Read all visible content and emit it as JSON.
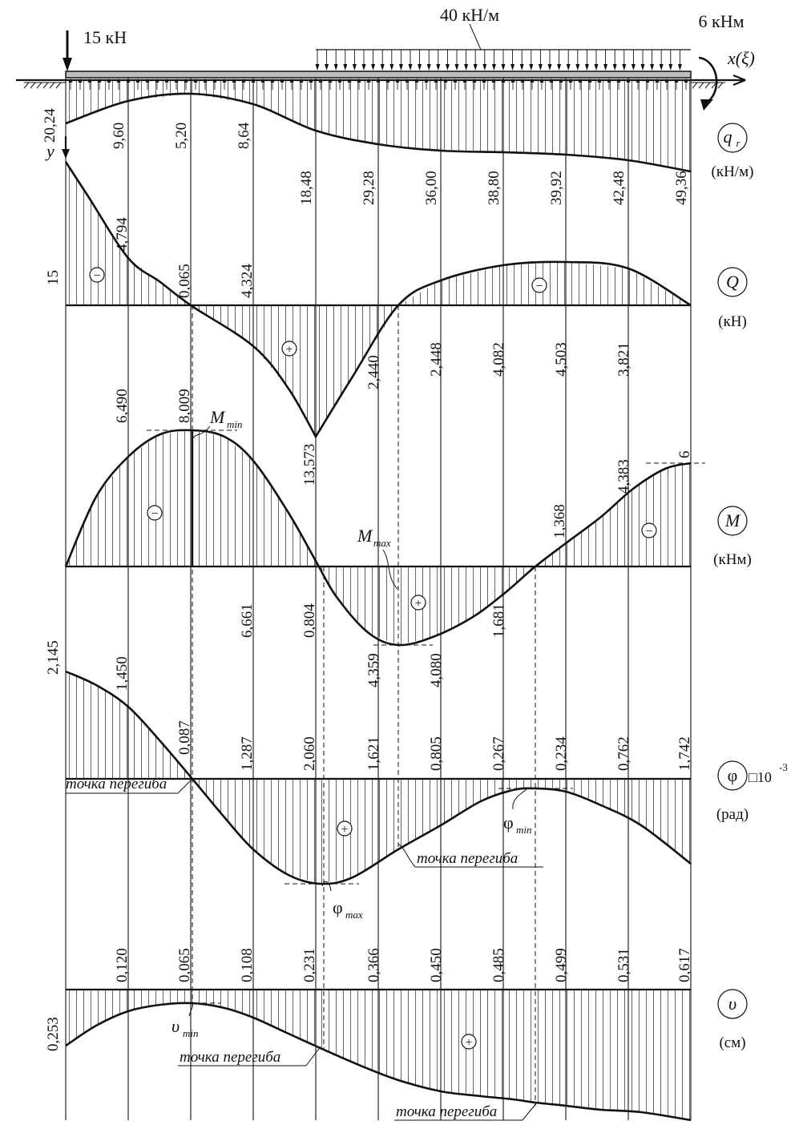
{
  "loads": {
    "point_force": "15 кН",
    "distributed": "40 кН/м",
    "moment": "6 кНм",
    "x_axis": "x(ξ)",
    "y_axis": "y"
  },
  "diagrams": {
    "qr": {
      "symbol": "q",
      "sub": "r",
      "unit": "(кН/м)",
      "values": [
        "20,24",
        "9,60",
        "5,20",
        "8,64",
        "18,48",
        "29,28",
        "36,00",
        "38,80",
        "39,92",
        "42,48",
        "49,36"
      ]
    },
    "Q": {
      "symbol": "Q",
      "unit": "(кН)",
      "top_values": [
        "15",
        "4,794",
        "0,065",
        "4,324"
      ],
      "bottom_values": [
        "13,573",
        "2,440",
        "2,448",
        "4,082",
        "4,503",
        "3,821"
      ],
      "sign_minus_left": "−",
      "sign_plus": "+",
      "sign_minus_right": "−"
    },
    "M": {
      "symbol": "M",
      "unit": "(кНм)",
      "top_values": [
        "6,490",
        "8,009"
      ],
      "right_values": [
        "1,368",
        "4,383",
        "6"
      ],
      "bottom_values": [
        "6,661",
        "0,804",
        "4,359",
        "4,080",
        "1,681"
      ],
      "min_label": "M",
      "min_sub": "min",
      "max_label": "M",
      "max_sub": "max",
      "sign_minus_left": "−",
      "sign_plus": "+",
      "sign_minus_right": "−"
    },
    "phi": {
      "symbol": "φ",
      "scale": "□10",
      "scale_exp": "-3",
      "unit": "(рад)",
      "values": [
        "2,145",
        "1,450",
        "0,087",
        "1,287",
        "2,060",
        "1,621",
        "0,805",
        "0,267",
        "0,234",
        "0,762",
        "1,742"
      ],
      "max_label": "φ",
      "max_sub": "max",
      "min_label": "φ",
      "min_sub": "min",
      "inflection_1": "точка перегиба",
      "inflection_2": "точка перегиба",
      "sign_plus": "+"
    },
    "v": {
      "symbol": "υ",
      "unit": "(см)",
      "values": [
        "0,253",
        "0,120",
        "0,065",
        "0,108",
        "0,231",
        "0,366",
        "0,450",
        "0,485",
        "0,499",
        "0,531",
        "0,617"
      ],
      "min_label": "υ",
      "min_sub": "min",
      "inflection_1": "точка перегиба",
      "inflection_2": "точка перегиба",
      "sign_plus": "+"
    }
  }
}
